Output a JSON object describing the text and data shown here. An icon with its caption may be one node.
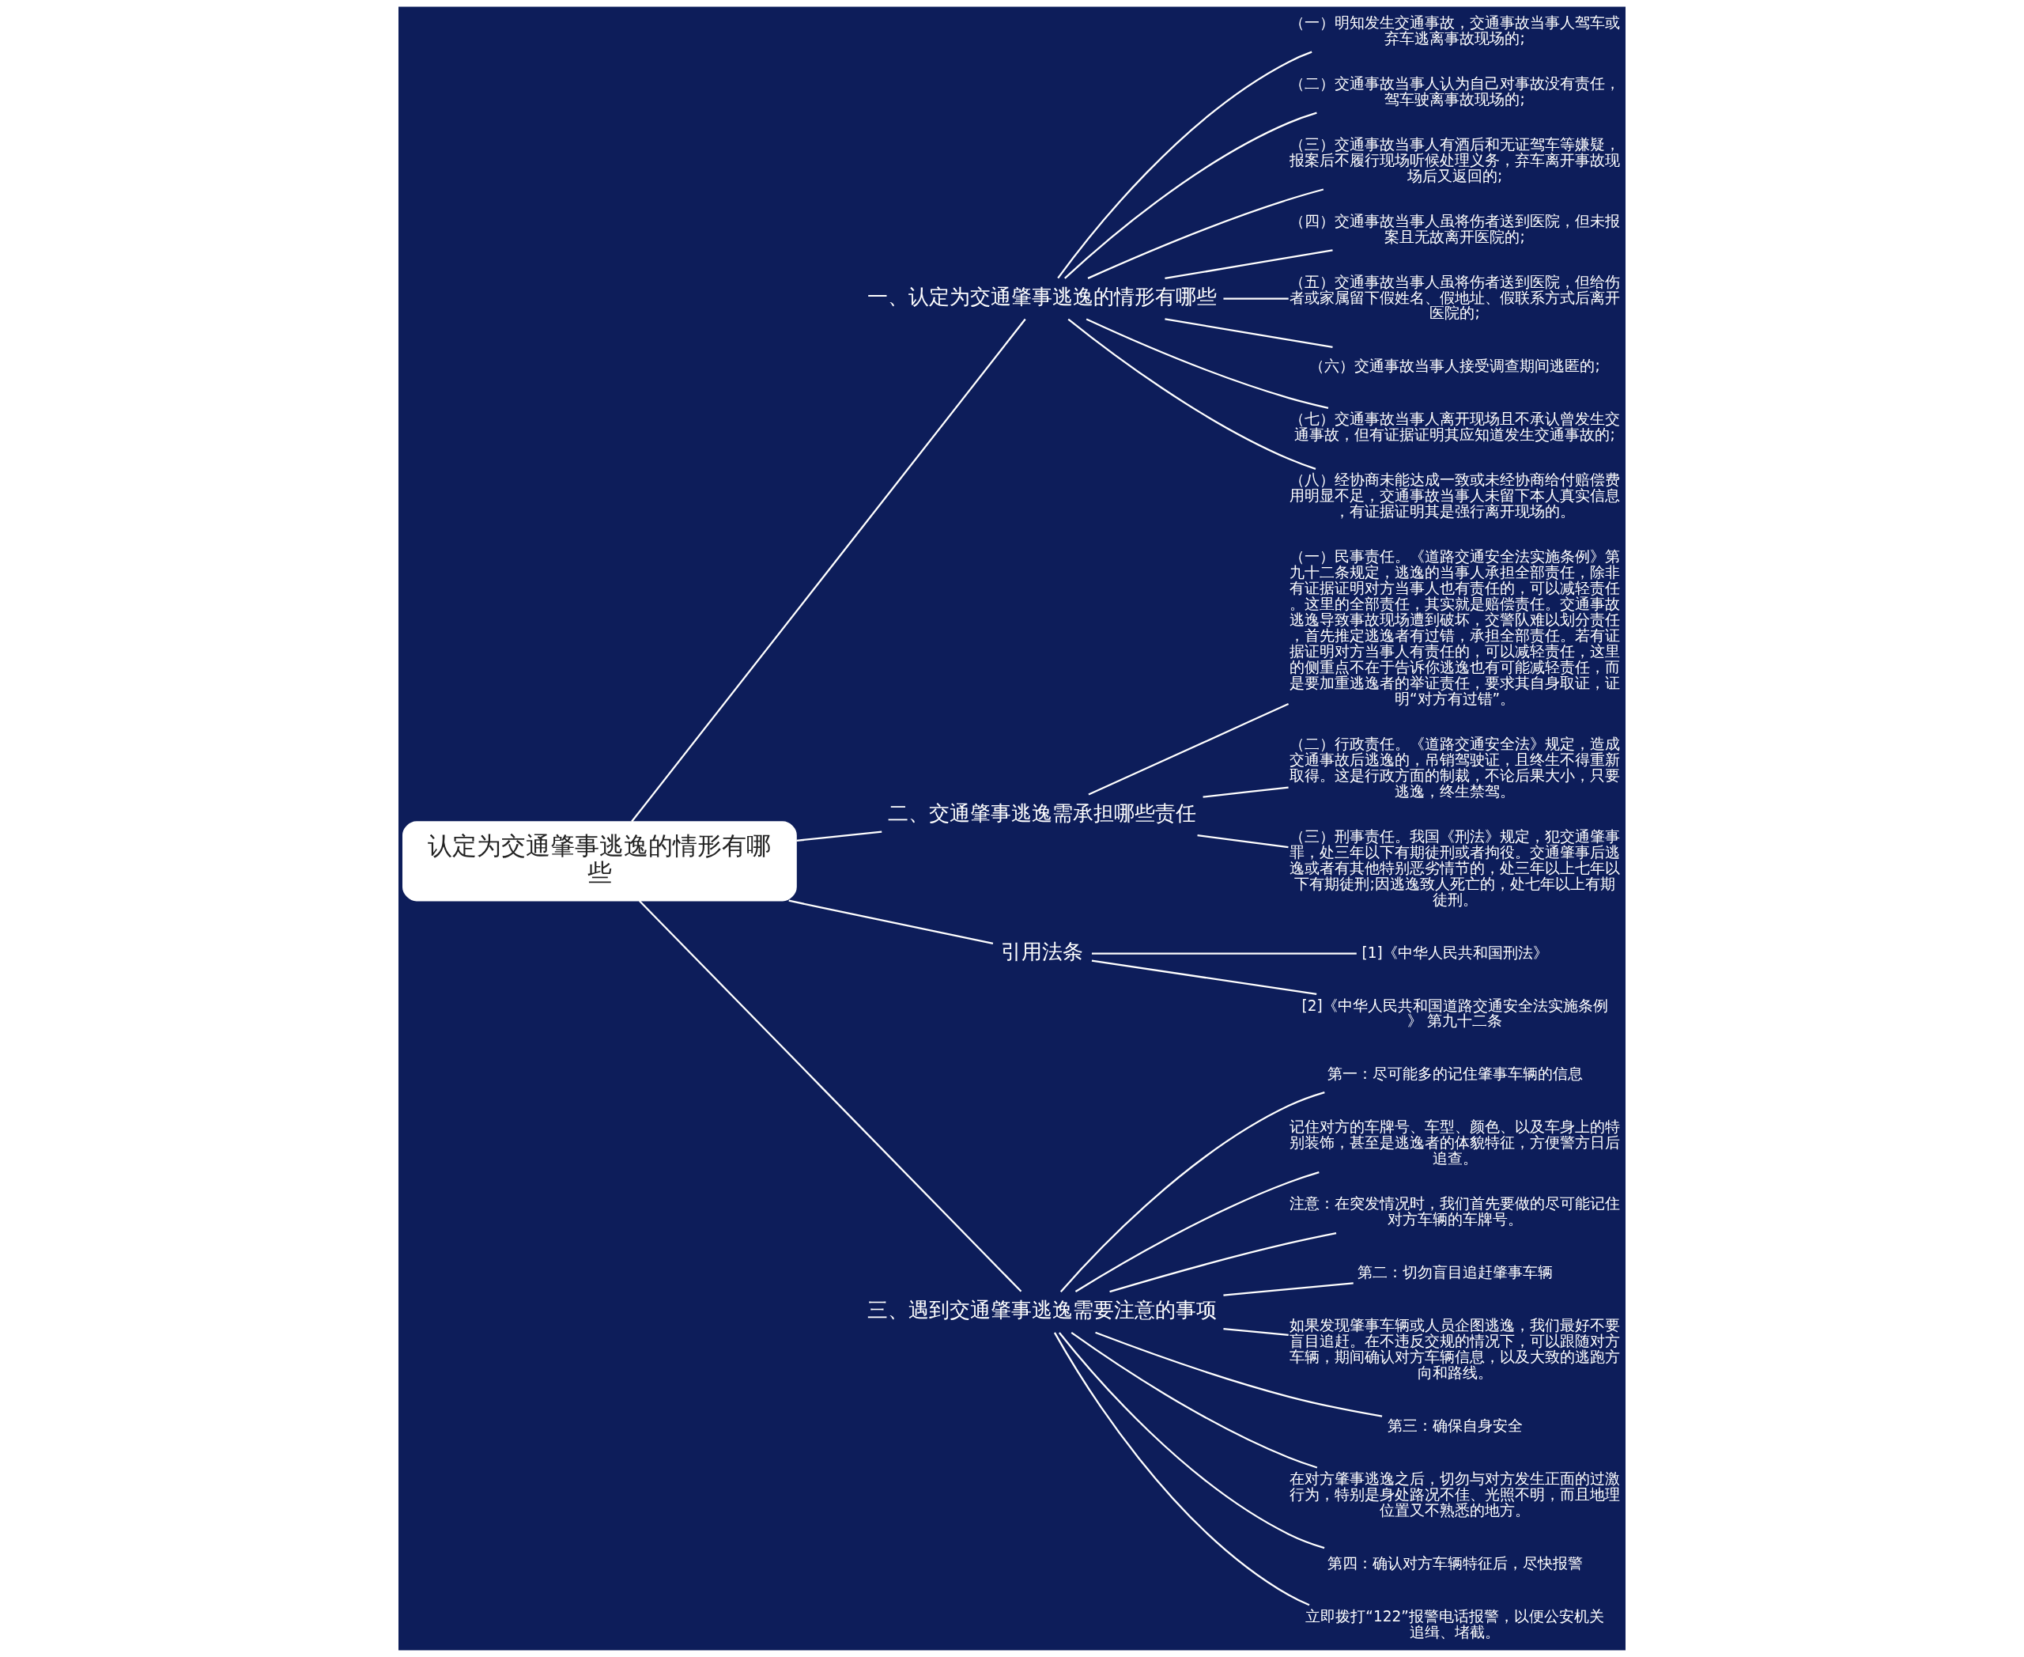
{
  "diagram": {
    "nodes": [
      {
        "text": [
          "认定为交通肇事逃逸的情形有哪些"
        ]
      },
      {
        "text": [
          "一、认定为交通肇事逃逸的情形有哪些"
        ]
      },
      {
        "text": [
          "（一）明知发生交通事故，交通事故当事人驾车或弃车逃离事故现场的;"
        ]
      },
      {
        "text": [
          "（二）交通事故当事人认为自己对事故没有责任，驾车驶离事故现场的;"
        ]
      },
      {
        "text": [
          "（三）交通事故当事人有酒后和无证驾车等嫌疑，报案后不履行现场听候处理义务，弃车离开事故现场后又返回的;"
        ]
      },
      {
        "text": [
          "（四）交通事故当事人虽将伤者送到医院，但未报案且无故离开医院的;"
        ]
      },
      {
        "text": [
          "（五）交通事故当事人虽将伤者送到医院，但给伤者或家属留下假姓名、假地址、假联系方式后离开医院的;"
        ]
      },
      {
        "text": [
          "（六）交通事故当事人接受调查期间逃匿的;"
        ]
      },
      {
        "text": [
          "（七）交通事故当事人离开现场且不承认曾发生交通事故，但有证据证明其应知道发生交通事故的;"
        ]
      },
      {
        "text": [
          "（八）经协商未能达成一致或未经协商给付赔偿费用明显不足，交通事故当事人未留下本人真实信息，有证据证明其是强行离开现场的。"
        ]
      },
      {
        "text": [
          "二、交通肇事逃逸需承担哪些责任"
        ]
      },
      {
        "text": [
          "（一）民事责任。《道路交通安全法实施条例》第九十二条规定，逃逸的当事人承担全部责任，除非有证据证明对方当事人也有责任的，可以减轻责任。这里的全部责任，其实就是赔偿责任。交通事故逃逸导致事故现场遭到破坏，交警队难以划分责任，首先推定逃逸者有过错，承担全部责任。若有证据证明对方当事人有责任的，可以减轻责任，这里的侧重点不在于告诉你逃逸也有可能减轻责任，而是要加重逃逸者的举证责任，要求其自身取证，证明“对方有过错”。"
        ]
      },
      {
        "text": [
          "（二）行政责任。《道路交通安全法》规定，造成交通事故后逃逸的，吊销驾驶证，且终生不得重新取得。这是行政方面的制裁，不论后果大小，只要逃逸，终生禁驾。"
        ]
      },
      {
        "text": [
          "（三）刑事责任。我国《刑法》规定，犯交通肇事罪，处三年以下有期徒刑或者拘役。交通肇事后逃逸或者有其他特别恶劣情节的，处三年以上七年以下有期徒刑;因逃逸致人死亡的，处七年以上有期徒刑。"
        ]
      },
      {
        "text": [
          "引用法条"
        ]
      },
      {
        "text": [
          "[1]《中华人民共和国刑法》"
        ]
      },
      {
        "text": [
          "[2]《中华人民共和国道路交通安全法实施条例》 第九十二条"
        ]
      },
      {
        "text": [
          "三、遇到交通肇事逃逸需要注意的事项"
        ]
      },
      {
        "text": [
          "第一：尽可能多的记住肇事车辆的信息"
        ]
      },
      {
        "text": [
          "记住对方的车牌号、车型、颜色、以及车身上的特别装饰，甚至是逃逸者的体貌特征，方便警方日后追查。"
        ]
      },
      {
        "text": [
          "注意：在突发情况时，我们首先要做的尽可能记住对方车辆的车牌号。"
        ]
      },
      {
        "text": [
          "第二：切勿盲目追赶肇事车辆"
        ]
      },
      {
        "text": [
          "如果发现肇事车辆或人员企图逃逸，我们最好不要盲目追赶。在不违反交规的情况下，可以跟随对方车辆，期间确认对方车辆信息，以及大致的逃跑方向和路线。"
        ]
      },
      {
        "text": [
          "第三：确保自身安全"
        ]
      },
      {
        "text": [
          "在对方肇事逃逸之后，切勿与对方发生正面的过激行为，特别是身处路况不佳、光照不明，而且地理位置又不熟悉的地方。"
        ]
      },
      {
        "text": [
          "第四：确认对方车辆特征后，尽快报警"
        ]
      },
      {
        "text": [
          "立即拨打“122”报警电话报警，以便公安机关追缉、堵截。"
        ]
      }
    ],
    "edges": [
      {
        "from": 0,
        "to": 1,
        "arrow": "none"
      },
      {
        "from": 1,
        "to": 2,
        "arrow": "none"
      },
      {
        "from": 1,
        "to": 3,
        "arrow": "none"
      },
      {
        "from": 1,
        "to": 4,
        "arrow": "none"
      },
      {
        "from": 1,
        "to": 5,
        "arrow": "none"
      },
      {
        "from": 1,
        "to": 6,
        "arrow": "none"
      },
      {
        "from": 1,
        "to": 7,
        "arrow": "none"
      },
      {
        "from": 1,
        "to": 8,
        "arrow": "none"
      },
      {
        "from": 1,
        "to": 9,
        "arrow": "none"
      },
      {
        "from": 0,
        "to": 10,
        "arrow": "none"
      },
      {
        "from": 10,
        "to": 11,
        "arrow": "none"
      },
      {
        "from": 10,
        "to": 12,
        "arrow": "none"
      },
      {
        "from": 10,
        "to": 13,
        "arrow": "none"
      },
      {
        "from": 0,
        "to": 14,
        "arrow": "none"
      },
      {
        "from": 14,
        "to": 15,
        "arrow": "none"
      },
      {
        "from": 14,
        "to": 16,
        "arrow": "none"
      },
      {
        "from": 0,
        "to": 17,
        "arrow": "none"
      },
      {
        "from": 17,
        "to": 18,
        "arrow": "none"
      },
      {
        "from": 17,
        "to": 19,
        "arrow": "none"
      },
      {
        "from": 17,
        "to": 20,
        "arrow": "none"
      },
      {
        "from": 17,
        "to": 21,
        "arrow": "none"
      },
      {
        "from": 17,
        "to": 22,
        "arrow": "none"
      },
      {
        "from": 17,
        "to": 23,
        "arrow": "none"
      },
      {
        "from": 17,
        "to": 24,
        "arrow": "none"
      },
      {
        "from": 17,
        "to": 25,
        "arrow": "none"
      },
      {
        "from": 17,
        "to": 26,
        "arrow": "none"
      }
    ]
  }
}
